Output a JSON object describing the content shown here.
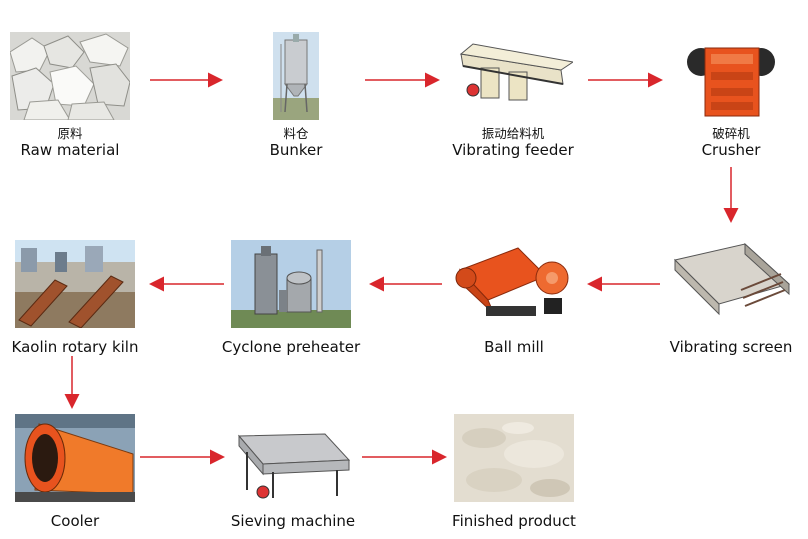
{
  "steps": [
    {
      "cn": "原料",
      "en": "Raw material",
      "icon": "stone-pile-icon"
    },
    {
      "cn": "料仓",
      "en": "Bunker",
      "icon": "silo-icon"
    },
    {
      "cn": "振动给料机",
      "en": "Vibrating feeder",
      "icon": "feeder-icon"
    },
    {
      "cn": "破碎机",
      "en": "Crusher",
      "icon": "jaw-crusher-icon"
    },
    {
      "en": "Vibrating screen",
      "icon": "vibrating-screen-icon"
    },
    {
      "en": "Ball mill",
      "icon": "ball-mill-icon"
    },
    {
      "en": "Cyclone preheater",
      "icon": "preheater-tower-icon"
    },
    {
      "en": "Kaolin rotary kiln",
      "icon": "rotary-kiln-icon"
    },
    {
      "en": "Cooler",
      "icon": "cooler-drum-icon"
    },
    {
      "en": "Sieving machine",
      "icon": "sieving-machine-icon"
    },
    {
      "en": "Finished product",
      "icon": "powder-icon"
    }
  ],
  "colors": {
    "arrow": "#d9262c",
    "orange": "#e8531e",
    "label": "#111111"
  }
}
